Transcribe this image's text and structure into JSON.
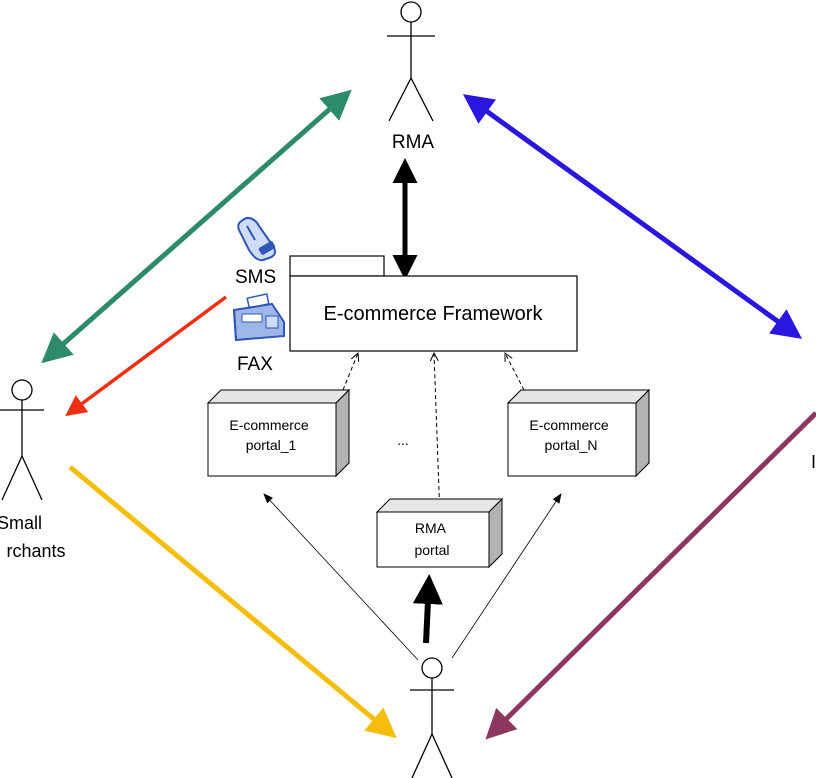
{
  "actors": {
    "rma": "RMA",
    "small_merchants": "Small\nrchants",
    "right_cut": "I"
  },
  "framework": {
    "label": "E-commerce Framework"
  },
  "channels": {
    "sms": "SMS",
    "fax": "FAX"
  },
  "portals": {
    "portal_1": "E-commerce\nportal_1",
    "portal_n": "E-commerce\nportal_N",
    "rma_portal": "RMA\nportal",
    "ellipsis": "..."
  },
  "colors": {
    "green": "#2e8b6a",
    "blue": "#2b16e0",
    "red": "#f02e12",
    "yellow": "#f5be0c",
    "purple": "#8c3660",
    "black": "#000000",
    "box_side": "#b3b3b3",
    "box_top": "#e6e6e6",
    "icon_blue": "#2f56b8"
  },
  "icons": [
    "mobile-phone-icon",
    "fax-machine-icon"
  ]
}
